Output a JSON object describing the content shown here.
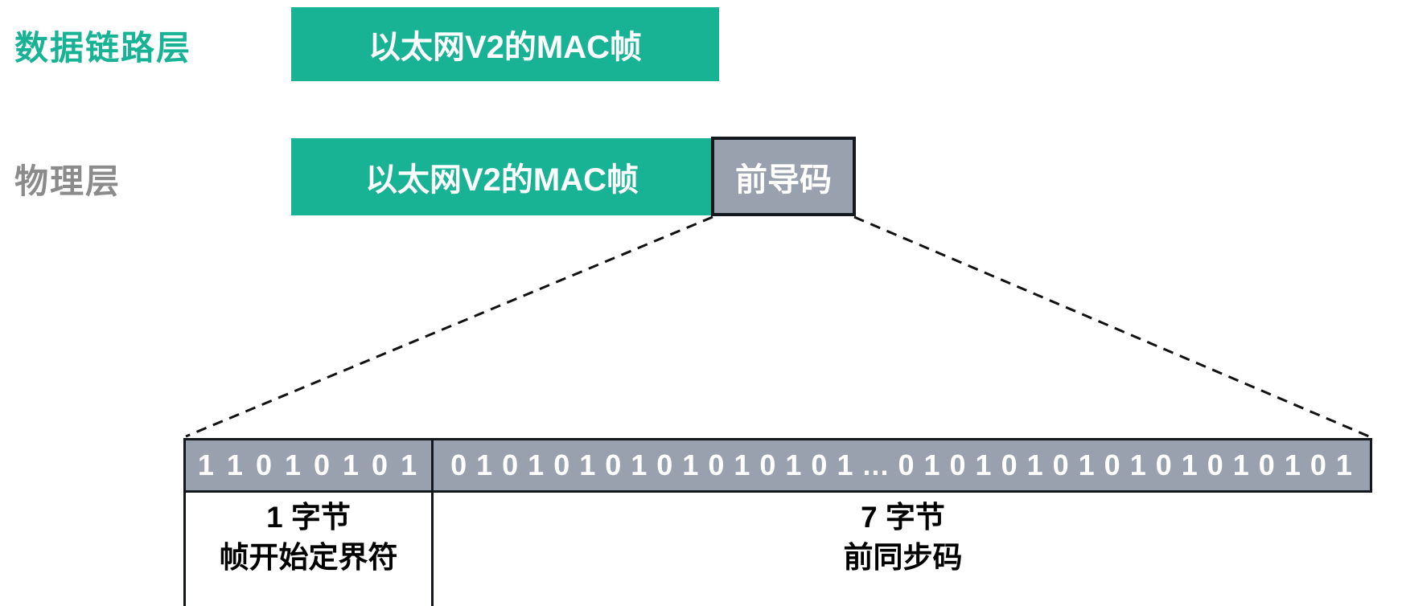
{
  "colors": {
    "teal": "#17b394",
    "slate": "#99a1ae",
    "border_dark": "#14171c",
    "gray_label": "#8b8b8b",
    "white": "#ffffff"
  },
  "layers": {
    "datalink": {
      "label": "数据链路层"
    },
    "physical": {
      "label": "物理层"
    }
  },
  "frames": {
    "mac_frame_label": "以太网V2的MAC帧",
    "preamble_label": "前导码"
  },
  "bit_bar": {
    "left_cell": {
      "bits": "1 1 0 1 0 1 0 1",
      "size_label": "1 字节",
      "name_label": "帧开始定界符"
    },
    "right_cell": {
      "bits": "0 1 0 1 0 1 0 1 0 1 0 1 0 1 0 1 ... 0 1 0 1 0 1 0 1 0 1 0 1 0 1 0 1 0 1",
      "size_label": "7 字节",
      "name_label": "前同步码"
    }
  }
}
